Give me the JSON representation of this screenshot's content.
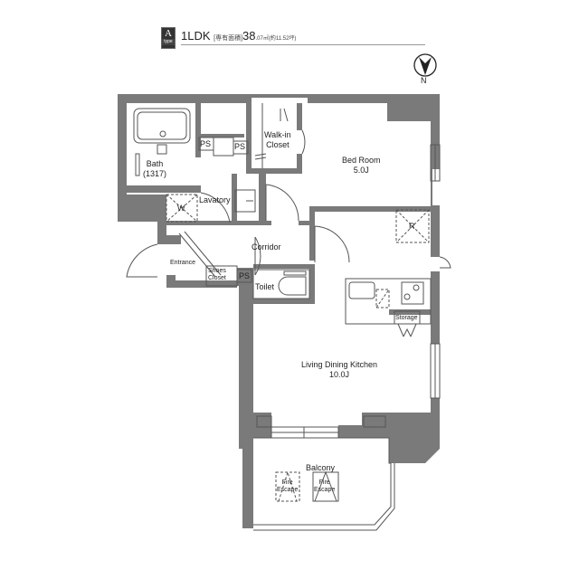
{
  "header": {
    "type_badge_letter": "A",
    "type_badge_sub": "type",
    "layout": "1LDK",
    "area_label": "[専有面積]",
    "area_value": "38",
    "area_decimal": ".07㎡",
    "area_tsubo": "(約11.52坪)"
  },
  "compass": {
    "label": "N"
  },
  "rooms": {
    "bath": {
      "name": "Bath",
      "size": "(1317)"
    },
    "ps1": "PS",
    "ps2": "PS",
    "ps3": "PS",
    "walkin": {
      "line1": "Walk-in",
      "line2": "Closet"
    },
    "bedroom": {
      "name": "Bed Room",
      "size": "5.0J"
    },
    "washer": "W",
    "lavatory": "Lavatory",
    "corridor": "Corridor",
    "entrance": "Entrance",
    "shoes": {
      "line1": "Shoes",
      "line2": "Closet"
    },
    "toilet": "Toilet",
    "fridge": "R",
    "storage": "Storage",
    "ldk": {
      "name": "Living Dining Kitchen",
      "size": "10.0J"
    },
    "balcony": "Balcony",
    "fire1": {
      "line1": "Fire",
      "line2": "Escape"
    },
    "fire2": {
      "line1": "Fire",
      "line2": "Escape"
    }
  },
  "colors": {
    "wall": "#7a7a7a",
    "line": "#555555",
    "bg": "#ffffff"
  }
}
